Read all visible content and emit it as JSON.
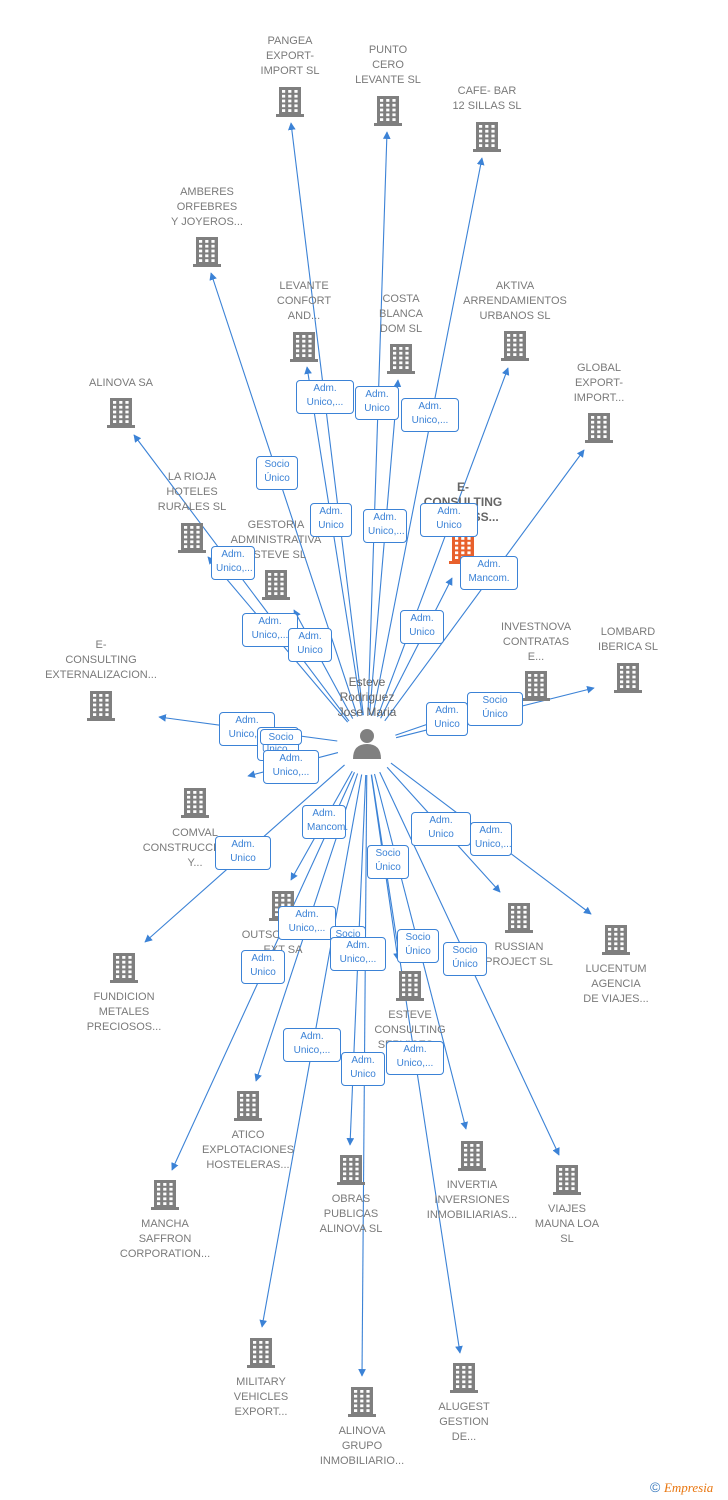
{
  "colors": {
    "edge": "#3b82d6",
    "building": "#7f7f7f",
    "building_highlight": "#e8602c",
    "person": "#808080",
    "label": "#7a7a7a",
    "brand": "#e9760f"
  },
  "person": {
    "label": "Esteve\nRodriguez\nJose Maria",
    "icon": "person-icon"
  },
  "companies": [
    {
      "name": "PANGEA\nEXPORT-\nIMPORT  SL"
    },
    {
      "name": "PUNTO\nCERO\nLEVANTE SL"
    },
    {
      "name": "CAFE- BAR\n12 SILLAS  SL"
    },
    {
      "name": "AMBERES\nORFEBRES\nY JOYEROS..."
    },
    {
      "name": "LEVANTE\nCONFORT\nAND..."
    },
    {
      "name": "COSTA\nBLANCA\nDOM  SL"
    },
    {
      "name": "AKTIVA\nARRENDAMIENTOS\nURBANOS  SL"
    },
    {
      "name": "ALINOVA SA"
    },
    {
      "name": "GLOBAL\nEXPORT-\nIMPORT..."
    },
    {
      "name": "LA RIOJA\nHOTELES\nRURALES  SL"
    },
    {
      "name": "E-\nCONSULTING\nBUSINESS...",
      "highlight": true
    },
    {
      "name": "GESTORIA\nADMINISTRATIVA\nESTEVE  SL"
    },
    {
      "name": "INVESTNOVA\nCONTRATAS\nE..."
    },
    {
      "name": "LOMBARD\nIBERICA  SL"
    },
    {
      "name": "E-\nCONSULTING\nEXTERNALIZACION..."
    },
    {
      "name": "COMVAL\nCONSTRUCCIONES\nY..."
    },
    {
      "name": "OUTSOURCING\nEXT SA"
    },
    {
      "name": "RUSSIAN\nPROJECT SL"
    },
    {
      "name": "LUCENTUM\nAGENCIA\nDE VIAJES..."
    },
    {
      "name": "FUNDICION\nMETALES\nPRECIOSOS..."
    },
    {
      "name": "ESTEVE\nCONSULTING\nSERVICES..."
    },
    {
      "name": "ATICO\nEXPLOTACIONES\nHOSTELERAS..."
    },
    {
      "name": "OBRAS\nPUBLICAS\nALINOVA  SL"
    },
    {
      "name": "INVERTIA\nINVERSIONES\nINMOBILIARIAS..."
    },
    {
      "name": "VIAJES\nMAUNA LOA\nSL"
    },
    {
      "name": "MANCHA\nSAFFRON\nCORPORATION..."
    },
    {
      "name": "MILITARY\nVEHICLES\nEXPORT..."
    },
    {
      "name": "ALUGEST\nGESTION\nDE..."
    },
    {
      "name": "ALINOVA\nGRUPO\nINMOBILIARIO..."
    }
  ],
  "roles": [
    "Socio\nÚnico",
    "Adm.\nUnico,...",
    "Adm.\nUnico",
    "Adm.\nUnico,...",
    "Adm.\nUnico",
    "Adm.\nUnico,...",
    "Adm.\nUnico",
    "Adm.\nUnico,...",
    "Adm.\nMancom.",
    "Adm.\nUnico",
    "Adm.\nUnico,...",
    "Adm.\nUnico",
    "Adm.\nUnico",
    "Socio\nÚnico",
    "Adm.\nUnico,...",
    "Adm.\nUnico,...",
    "Socio",
    "Adm.\nUnico,...",
    "Adm.\nUnico",
    "Adm.\nUnico,...",
    "Adm.\nMancom.",
    "Socio\nÚnico",
    "Adm.\nUnico",
    "Adm.\nUnico,...",
    "Socio",
    "Adm.\nUnico,...",
    "Adm.\nUnico",
    "Socio\nÚnico",
    "Socio\nÚnico",
    "Adm.\nUnico,...",
    "Adm.\nUnico",
    "Adm.\nUnico,..."
  ],
  "footer": {
    "copyright": "©",
    "brand": "Empresia"
  }
}
